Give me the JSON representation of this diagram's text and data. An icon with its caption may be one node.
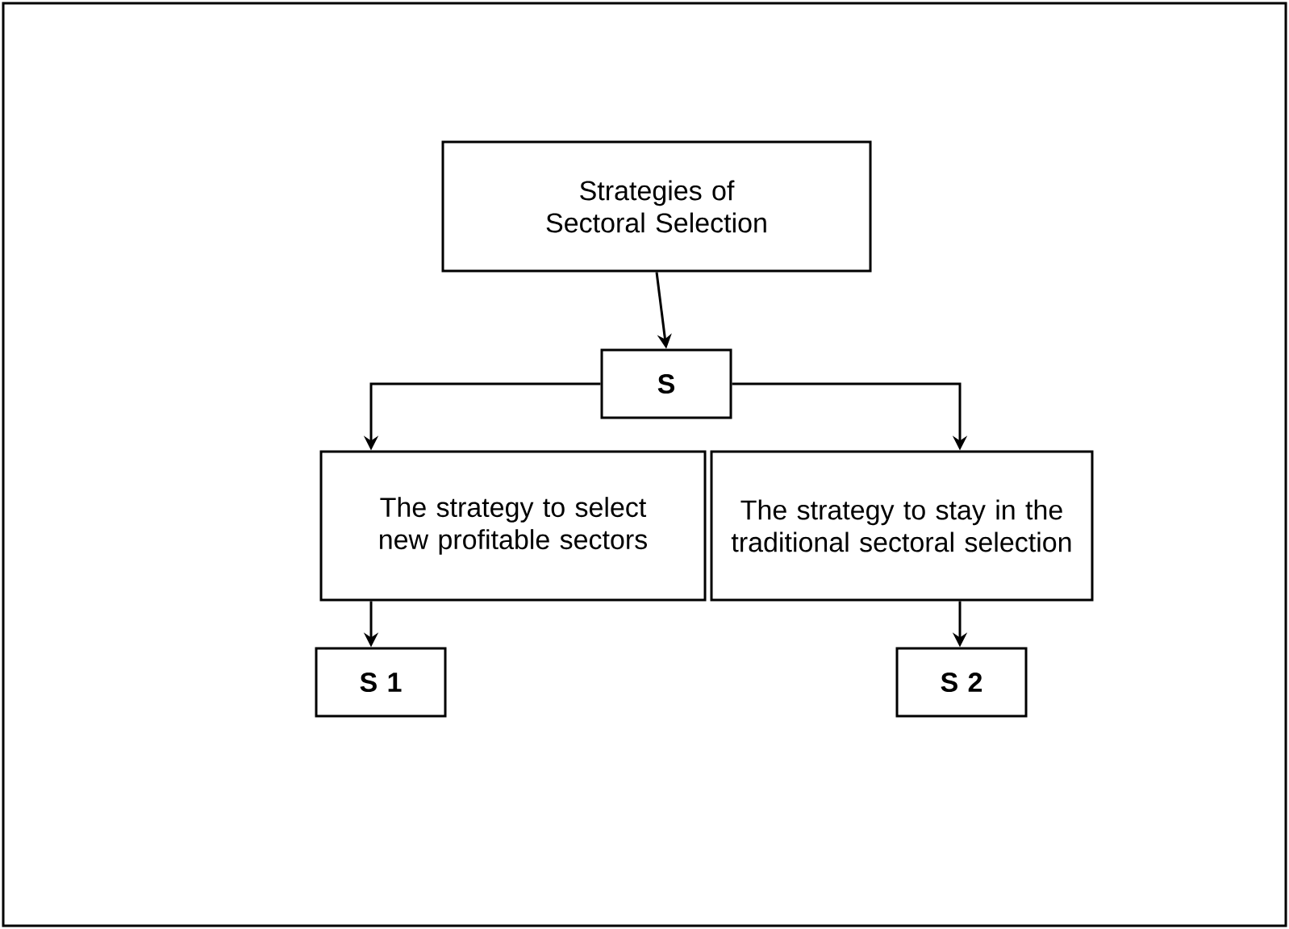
{
  "diagram": {
    "nodes": [
      {
        "text": [
          "Strategies of Sectoral Selection"
        ]
      },
      {
        "text": [
          "S"
        ]
      },
      {
        "text": [
          "The strategy to select new profitable sectors"
        ]
      },
      {
        "text": [
          "The strategy to stay in the traditional sectoral selection"
        ]
      },
      {
        "text": [
          "S 1"
        ]
      },
      {
        "text": [
          "S 2"
        ]
      }
    ],
    "edges": [
      {
        "from": 0,
        "to": 1,
        "arrow": "to"
      },
      {
        "from": 1,
        "to": 2,
        "arrow": "to"
      },
      {
        "from": 1,
        "to": 3,
        "arrow": "to"
      },
      {
        "from": 2,
        "to": 4,
        "arrow": "to"
      },
      {
        "from": 3,
        "to": 5,
        "arrow": "to"
      }
    ]
  }
}
